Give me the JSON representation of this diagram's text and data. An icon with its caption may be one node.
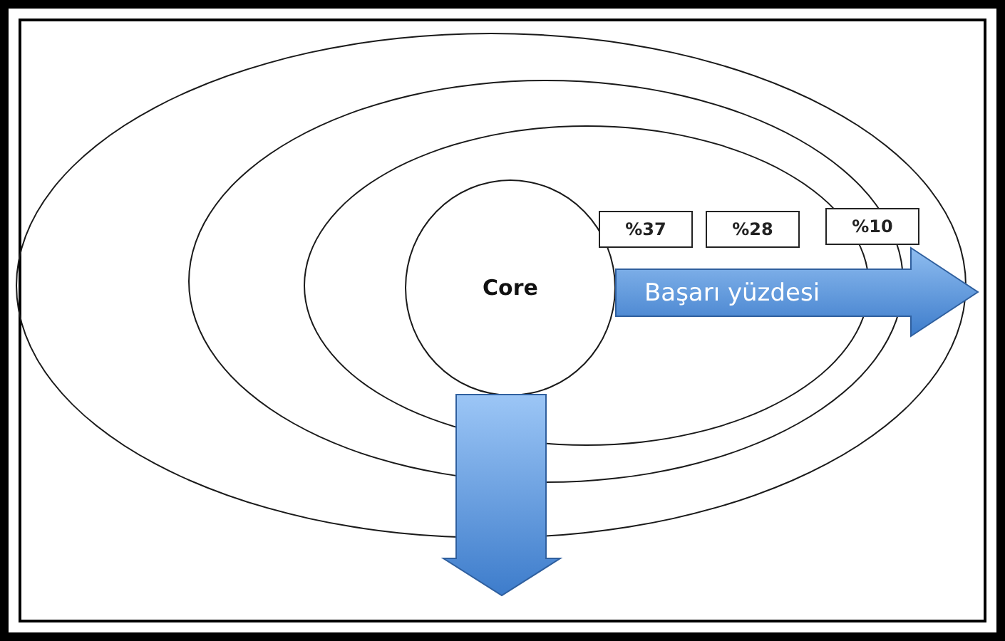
{
  "diagram": {
    "nodes": [
      {
        "text": [],
        "shape": "ellipse"
      },
      {
        "text": [],
        "shape": "ellipse",
        "in": 0
      },
      {
        "text": [],
        "shape": "ellipse",
        "in": 1
      },
      {
        "text": [
          "Core"
        ],
        "in": 2
      },
      {
        "text": [
          "%37"
        ],
        "in": 2
      },
      {
        "text": [
          "%28"
        ],
        "in": 2
      },
      {
        "text": [
          "%10"
        ],
        "in": 0
      },
      {
        "text": [
          "Başarı yüzdesi"
        ],
        "in": 0
      },
      {
        "text": [],
        "shape": "arrow"
      }
    ]
  }
}
